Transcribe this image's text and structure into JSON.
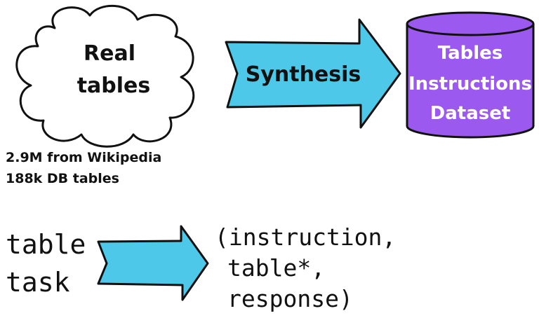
{
  "cloud": {
    "line1": "Real",
    "line2": "tables",
    "stats": [
      "2.9M from Wikipedia",
      "188k DB tables"
    ]
  },
  "synthesis_arrow": {
    "label": "Synthesis",
    "fill": "#4dc8e9"
  },
  "dataset": {
    "lines": [
      "Tables",
      "Instructions",
      "Dataset"
    ],
    "fill": "#9b59f0",
    "text_color": "#ffffff"
  },
  "input": {
    "line1": "table",
    "line2": "task"
  },
  "output": {
    "line1": "(instruction,",
    "line2": "table*,",
    "line3": "response)"
  },
  "colors": {
    "arrow_fill": "#4dc8e9",
    "cylinder_fill": "#9b59f0",
    "stroke": "#111111"
  }
}
